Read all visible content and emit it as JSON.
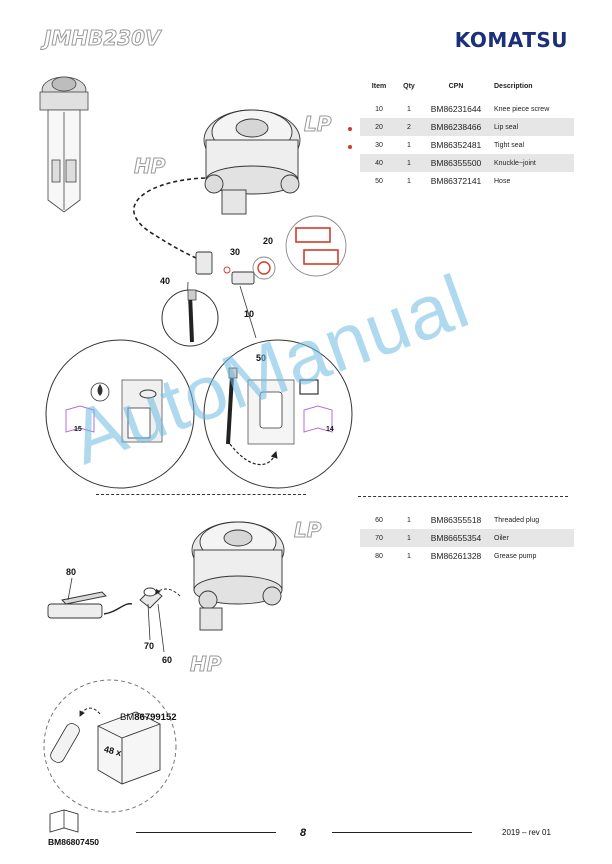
{
  "header": {
    "model": "JMHB230V",
    "brand": "KOMATSU"
  },
  "parts_table_top": {
    "columns": [
      "Item",
      "Qty",
      "CPN",
      "Description"
    ],
    "rows": [
      {
        "item": "10",
        "qty": "1",
        "cpn": "BM86231644",
        "description": "Knee piece screw",
        "marked": false,
        "shaded": false
      },
      {
        "item": "20",
        "qty": "2",
        "cpn": "BM86238466",
        "description": "Lip seal",
        "marked": true,
        "shaded": true
      },
      {
        "item": "30",
        "qty": "1",
        "cpn": "BM86352481",
        "description": "Tight seal",
        "marked": true,
        "shaded": false
      },
      {
        "item": "40",
        "qty": "1",
        "cpn": "BM86355500",
        "description": "Knuckle−joint",
        "marked": false,
        "shaded": true
      },
      {
        "item": "50",
        "qty": "1",
        "cpn": "BM86372141",
        "description": "Hose",
        "marked": false,
        "shaded": false
      }
    ]
  },
  "parts_table_bottom": {
    "rows": [
      {
        "item": "60",
        "qty": "1",
        "cpn": "BM86355518",
        "description": "Threaded plug",
        "shaded": false
      },
      {
        "item": "70",
        "qty": "1",
        "cpn": "BM86655354",
        "description": "Oiler",
        "shaded": true
      },
      {
        "item": "80",
        "qty": "1",
        "cpn": "BM86261328",
        "description": "Grease pump",
        "shaded": false
      }
    ]
  },
  "diagram_top": {
    "side_labels": {
      "lp": "LP",
      "hp": "HP"
    },
    "callouts": {
      "c10": "10",
      "c20": "20",
      "c30": "30",
      "c40": "40",
      "c50": "50"
    },
    "ref_pages": {
      "left": "15",
      "right": "14"
    }
  },
  "diagram_bottom": {
    "side_labels": {
      "lp": "LP",
      "hp": "HP"
    },
    "callouts": {
      "c60": "60",
      "c70": "70",
      "c80": "80"
    }
  },
  "kit": {
    "code_prefix": "BM",
    "code_number": "86799152",
    "box_text": "48 x"
  },
  "watermark": "AutoManual",
  "footer": {
    "doc_code": "BM86807450",
    "page": "8",
    "revision": "2019 – rev 01"
  },
  "colors": {
    "brand_blue": "#1b2f7a",
    "marker_red": "#d23b2a",
    "watermark_blue": "#6eb9e1",
    "row_shade": "#e6e6e6"
  }
}
